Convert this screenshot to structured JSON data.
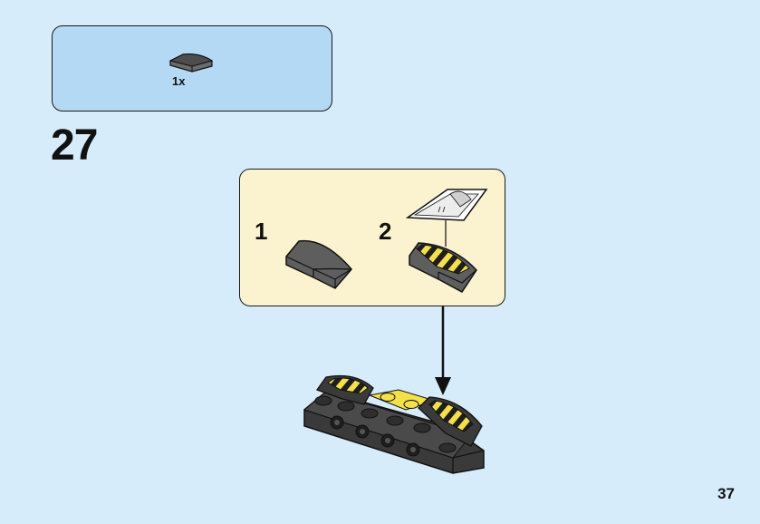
{
  "parts_list": {
    "items": [
      {
        "part": "curved-slope-brick-icon",
        "color": "#5a5a5a",
        "quantity": "1x"
      }
    ]
  },
  "step": {
    "number": "27"
  },
  "sub_steps": [
    {
      "number": "1"
    },
    {
      "number": "2"
    }
  ],
  "page": {
    "number": "37"
  },
  "colors": {
    "background": "#d6ecfb",
    "parts_box": "#b3d9f5",
    "sub_box": "#fbf3cf",
    "brick_dark": "#5a5a5a",
    "brick_black": "#2a2a2a",
    "stripe_yellow": "#f4e14a"
  }
}
